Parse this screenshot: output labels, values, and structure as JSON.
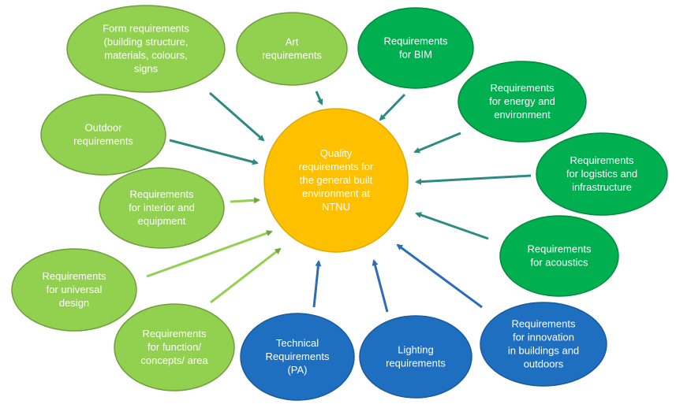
{
  "colors": {
    "center_fill": "#FFC000",
    "center_text": "#FFFFFF",
    "light_green_fill": "#92D050",
    "light_green_stroke": "#6F9E3C",
    "dark_green_fill": "#00B050",
    "dark_green_stroke": "#008A3E",
    "blue_fill": "#1F6FC0",
    "blue_stroke": "#1A5A9E",
    "node_text": "#FFFFFF",
    "arrow_teal": "#2E8B84",
    "arrow_green": "#92D050",
    "arrow_blue": "#2E6CB8"
  },
  "center": {
    "lines": [
      "Quality",
      "requirements for",
      "the general built",
      "environment at",
      "NTNU"
    ]
  },
  "nodes": [
    {
      "id": "form",
      "kind": "light_green",
      "lines": [
        "Form requirements",
        "(building structure,",
        "materials, colours,",
        "signs"
      ]
    },
    {
      "id": "art",
      "kind": "light_green",
      "lines": [
        "Art",
        "requirements"
      ]
    },
    {
      "id": "bim",
      "kind": "dark_green",
      "lines": [
        "Requirements",
        "for BIM"
      ]
    },
    {
      "id": "energy",
      "kind": "dark_green",
      "lines": [
        "Requirements",
        "for energy and",
        "environment"
      ]
    },
    {
      "id": "logistics",
      "kind": "dark_green",
      "lines": [
        "Requirements",
        "for logistics and",
        "infrastructure"
      ]
    },
    {
      "id": "acoustics",
      "kind": "dark_green",
      "lines": [
        "Requirements",
        "for acoustics"
      ]
    },
    {
      "id": "innovation",
      "kind": "blue",
      "lines": [
        "Requirements",
        "for innovation",
        "in buildings and",
        "outdoors"
      ]
    },
    {
      "id": "lighting",
      "kind": "blue",
      "lines": [
        "Lighting",
        "requirements"
      ]
    },
    {
      "id": "technical",
      "kind": "blue",
      "lines": [
        "Technical",
        "Requirements",
        "(PA)"
      ]
    },
    {
      "id": "function",
      "kind": "light_green",
      "lines": [
        "Requirements",
        "for function/",
        "concepts/ area"
      ]
    },
    {
      "id": "universal",
      "kind": "light_green",
      "lines": [
        "Requirements",
        "for universal",
        "design"
      ]
    },
    {
      "id": "interior",
      "kind": "light_green",
      "lines": [
        "Requirements",
        "for interior and",
        "equipment"
      ]
    },
    {
      "id": "outdoor",
      "kind": "light_green",
      "lines": [
        "Outdoor",
        "requirements"
      ]
    }
  ]
}
